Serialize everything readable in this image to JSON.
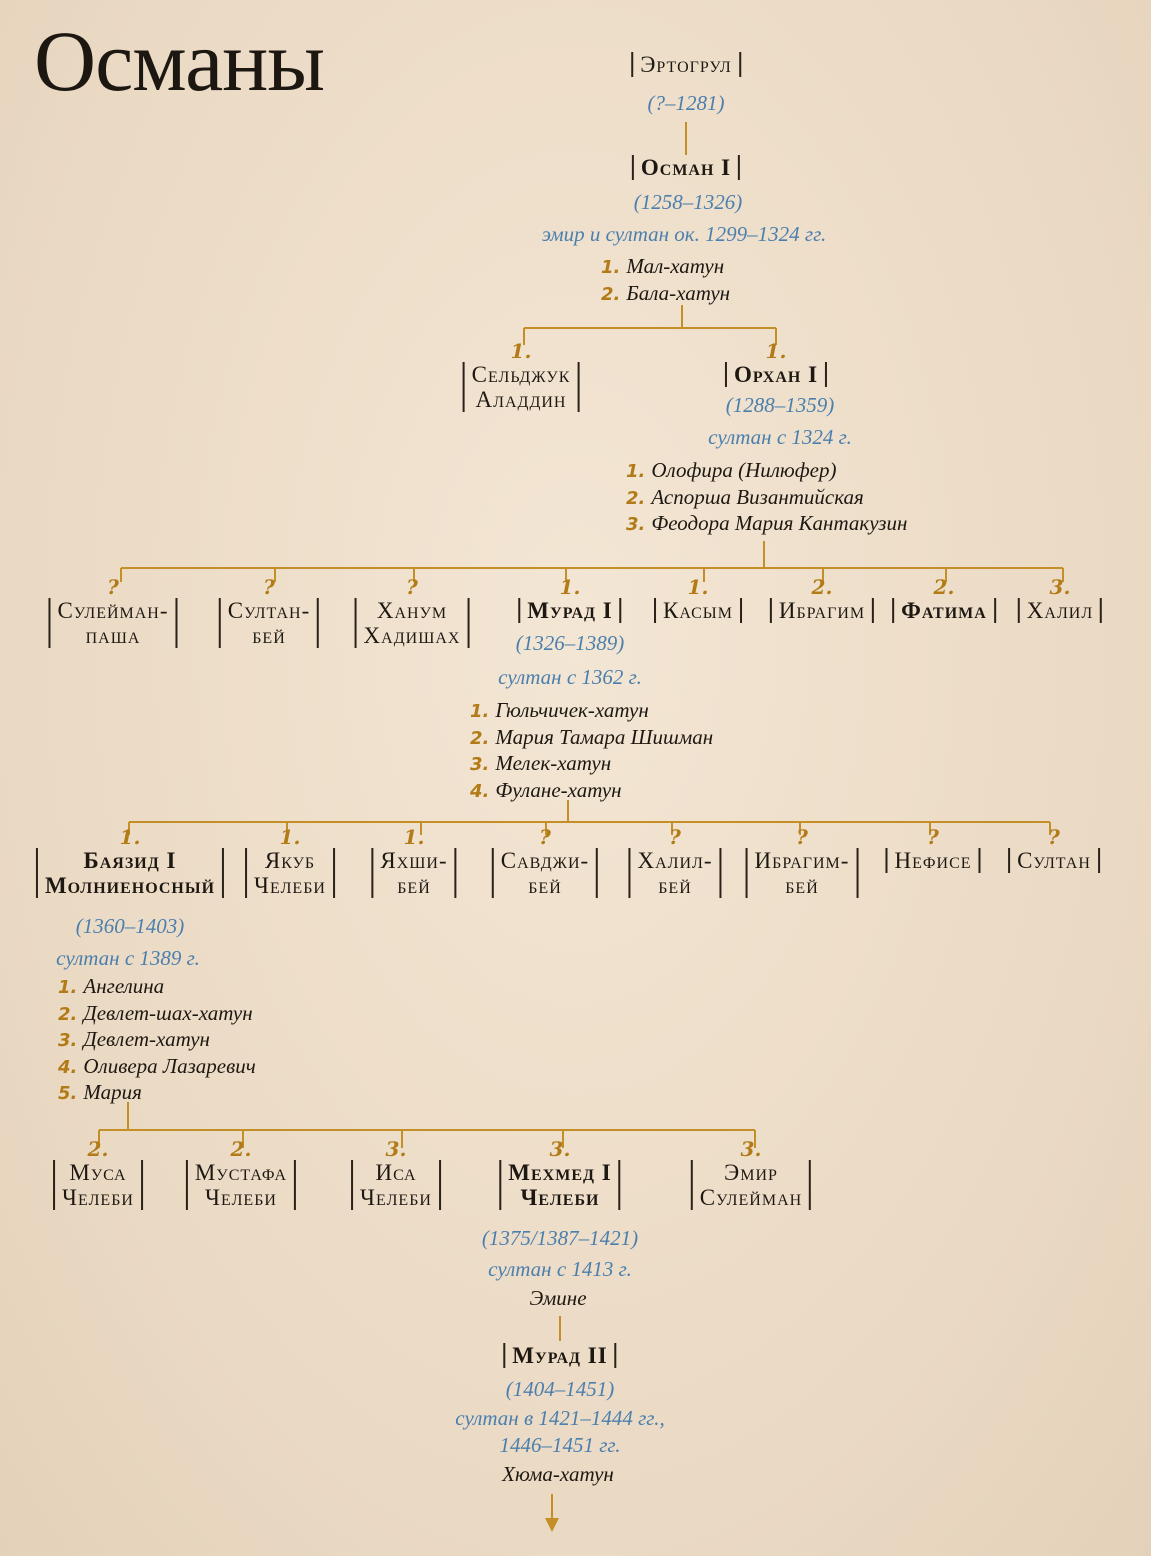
{
  "title": "Османы",
  "colors": {
    "line": "#c58f27",
    "mark": "#b27b17",
    "info": "#4b7fae",
    "text": "#1e1812"
  },
  "ertogrul": {
    "name": "Эртогрул",
    "dates": "(?–1281)"
  },
  "osman": {
    "name": "Осман I",
    "dates": "(1258–1326)",
    "reign": "эмир и султан ок. 1299–1324 гг.",
    "spouses": [
      {
        "n": "1.",
        "name": "Мал-хатун"
      },
      {
        "n": "2.",
        "name": "Бала-хатун"
      }
    ]
  },
  "gen3": [
    {
      "mark": "1.",
      "lines": [
        "Сельджук",
        "Аладдин"
      ]
    },
    {
      "mark": "1.",
      "lines": [
        "Орхан I"
      ]
    }
  ],
  "orhan": {
    "dates": "(1288–1359)",
    "reign": "султан с 1324 г.",
    "spouses": [
      {
        "n": "1.",
        "name": "Олофира (Нилюфер)"
      },
      {
        "n": "2.",
        "name": "Аспорша Византийская"
      },
      {
        "n": "3.",
        "name": "Феодора Мария Кантакузин"
      }
    ]
  },
  "gen4": [
    {
      "mark": "?",
      "lines": [
        "Сулейман-",
        "паша"
      ]
    },
    {
      "mark": "?",
      "lines": [
        "Султан-",
        "бей"
      ]
    },
    {
      "mark": "?",
      "lines": [
        "Ханум",
        "Хадишах"
      ]
    },
    {
      "mark": "1.",
      "lines": [
        "Мурад I"
      ]
    },
    {
      "mark": "1.",
      "lines": [
        "Касым"
      ]
    },
    {
      "mark": "2.",
      "lines": [
        "Ибрагим"
      ]
    },
    {
      "mark": "2.",
      "lines": [
        "Фатима"
      ]
    },
    {
      "mark": "3.",
      "lines": [
        "Халил"
      ]
    }
  ],
  "murad1": {
    "dates": "(1326–1389)",
    "reign": "султан с 1362 г.",
    "spouses": [
      {
        "n": "1.",
        "name": "Гюльчичек-хатун"
      },
      {
        "n": "2.",
        "name": "Мария Тамара Шишман"
      },
      {
        "n": "3.",
        "name": "Мелек-хатун"
      },
      {
        "n": "4.",
        "name": "Фулане-хатун"
      }
    ]
  },
  "gen5": [
    {
      "mark": "1.",
      "lines": [
        "Баязид I",
        "Молниеносный"
      ]
    },
    {
      "mark": "1.",
      "lines": [
        "Якуб",
        "Челеби"
      ]
    },
    {
      "mark": "1.",
      "lines": [
        "Яхши-",
        "бей"
      ]
    },
    {
      "mark": "?",
      "lines": [
        "Савджи-",
        "бей"
      ]
    },
    {
      "mark": "?",
      "lines": [
        "Халил-",
        "бей"
      ]
    },
    {
      "mark": "?",
      "lines": [
        "Ибрагим-",
        "бей"
      ]
    },
    {
      "mark": "?",
      "lines": [
        "Нефисе"
      ]
    },
    {
      "mark": "?",
      "lines": [
        "Султан"
      ]
    }
  ],
  "bayezid": {
    "dates": "(1360–1403)",
    "reign": "султан с 1389 г.",
    "spouses": [
      {
        "n": "1.",
        "name": "Ангелина"
      },
      {
        "n": "2.",
        "name": "Девлет-шах-хатун"
      },
      {
        "n": "3.",
        "name": "Девлет-хатун"
      },
      {
        "n": "4.",
        "name": "Оливера Лазаревич"
      },
      {
        "n": "5.",
        "name": "Мария"
      }
    ]
  },
  "gen6": [
    {
      "mark": "2.",
      "lines": [
        "Муса",
        "Челеби"
      ]
    },
    {
      "mark": "2.",
      "lines": [
        "Мустафа",
        "Челеби"
      ]
    },
    {
      "mark": "3.",
      "lines": [
        "Иса",
        "Челеби"
      ]
    },
    {
      "mark": "3.",
      "lines": [
        "Мехмед I",
        "Челеби"
      ]
    },
    {
      "mark": "3.",
      "lines": [
        "Эмир",
        "Сулейман"
      ]
    }
  ],
  "mehmed": {
    "dates": "(1375/1387–1421)",
    "reign": "султан с 1413 г.",
    "spouse": "Эмине"
  },
  "murad2": {
    "name": "Мурад II",
    "dates": "(1404–1451)",
    "reign1": "султан в 1421–1444 гг.,",
    "reign2": "1446–1451 гг.",
    "spouse": "Хюма-хатун"
  }
}
